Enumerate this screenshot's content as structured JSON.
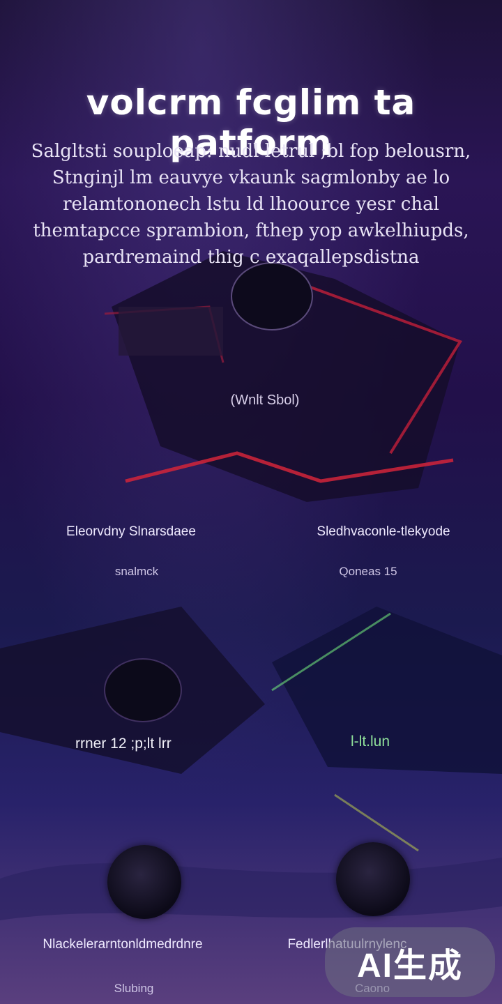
{
  "hero": {
    "title": "volcrm fcglim ta patform",
    "description": "Salgltsti souploeap: nudl letrul ;bl fop belousrn, Stnginjl lm eauvye vkaunk sagmlonby ae lo relamtononech lstu ld lhoource yesr chal themtapcce sprambion, fthep yop awkelhiupds, pardremaind thig c exaqallepsdistna",
    "image_caption": "(Wnlt Sbol)"
  },
  "cards_row1": [
    {
      "title": "Eleorvdny Slnarsdaee",
      "subtitle": "snalmck"
    },
    {
      "title": "Sledhvaconle-tlekyode",
      "subtitle": "Qoneas 15"
    }
  ],
  "mid_labels": [
    {
      "text": "rrner 12 ;p;lt lrr",
      "color": "#f0f0f8"
    },
    {
      "text": "l-lt.lun",
      "color": "#8fe09a"
    }
  ],
  "cards_row2": [
    {
      "title": "Nlackelerarntonldmedrdnre",
      "subtitle": "Slubing"
    },
    {
      "title": "Fedlerlhatuulrnylenc",
      "subtitle": "Caono"
    }
  ],
  "watermark": {
    "text": "AI生成"
  }
}
